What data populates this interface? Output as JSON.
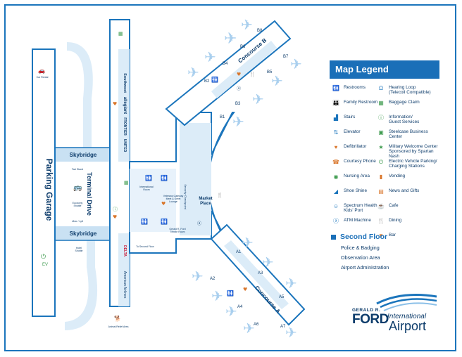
{
  "colors": {
    "primary": "#1b75bc",
    "dark_text": "#0d3c6b",
    "light_blue": "#dcecf8",
    "green": "#3e9b4f",
    "orange": "#d9762b",
    "skybridge": "#c9e1f3"
  },
  "map": {
    "parking_garage": "Parking Garage",
    "terminal_drive": "Terminal Drive",
    "skybridge_top": "Skybridge",
    "skybridge_bottom": "Skybridge",
    "concourse_b": "Concourse B",
    "concourse_a": "Concourse A",
    "market_place": "Market\nPlace",
    "security_checkpoint": "Security Checkpoint",
    "international_room": "International\nRoom",
    "veterans_lounge": "Veterans Gateway\nMeet & Greet\nLounge",
    "tribute_room": "Gerald R. Ford\nTribute Room",
    "to_second_floor": "To Second Floor",
    "animal_relief": "Animal Relief Area",
    "car_rental": "Car Rental",
    "taxi_stand": "Taxi Stand",
    "economy_shuttle": "Economy\nShuttle",
    "uber_lyft": "Uber / Lyft",
    "hotel_shuttle": "Hotel\nShuttle",
    "ev_label": "EV",
    "airlines_top": [
      "Southwest",
      "allegiant",
      "FRONTIER",
      "UNITED"
    ],
    "airlines_bottom": [
      "DELTA",
      "American Airlines"
    ],
    "gates_b": [
      "B1",
      "B2",
      "B3",
      "B4",
      "B5",
      "B6",
      "B7",
      "B8"
    ],
    "gates_a": [
      "A1",
      "A2",
      "A3",
      "A4",
      "A5",
      "A6",
      "A7"
    ]
  },
  "legend": {
    "title": "Map Legend",
    "left": [
      {
        "label": "Restrooms",
        "icon": "restroom-icon"
      },
      {
        "label": "Family Restroom",
        "icon": "family-restroom-icon"
      },
      {
        "label": "Stairs",
        "icon": "stairs-icon"
      },
      {
        "label": "Elevator",
        "icon": "elevator-icon"
      },
      {
        "label": "Defibrillator",
        "icon": "defibrillator-icon"
      },
      {
        "label": "Courtesy Phone",
        "icon": "phone-icon"
      },
      {
        "label": "Nursing Area",
        "icon": "nursing-icon"
      },
      {
        "label": "Shoe Shine",
        "icon": "shoe-shine-icon"
      },
      {
        "label": "Spectrum Health\nKids' Port",
        "icon": "kids-port-icon"
      },
      {
        "label": "ATM Machine",
        "icon": "atm-icon"
      }
    ],
    "right": [
      {
        "label": "Hearing Loop\n(Telecoil Compatible)",
        "icon": "hearing-loop-icon"
      },
      {
        "label": "Baggage Claim",
        "icon": "baggage-icon"
      },
      {
        "label": "Information/\nGuest Services",
        "icon": "info-icon"
      },
      {
        "label": "Steelcase Business Center",
        "icon": "business-center-icon"
      },
      {
        "label": "Military Welcome Center\nSponsored by Spartan Nash",
        "icon": "military-icon"
      },
      {
        "label": "Electric Vehicle Parking/\nCharging Stations",
        "icon": "ev-icon"
      },
      {
        "label": "Vending",
        "icon": "vending-icon"
      },
      {
        "label": "News and Gifts",
        "icon": "news-icon"
      },
      {
        "label": "Cafe",
        "icon": "cafe-icon"
      },
      {
        "label": "Dining",
        "icon": "dining-icon"
      },
      {
        "label": "Bar",
        "icon": "bar-icon"
      }
    ]
  },
  "second_floor": {
    "title": "Second Floor",
    "items": [
      "Police & Badging",
      "Observation Area",
      "Airport Administration"
    ]
  },
  "logo": {
    "line1": "GERALD R.",
    "line2": "FORD",
    "line3": "International",
    "line4": "Airport"
  }
}
